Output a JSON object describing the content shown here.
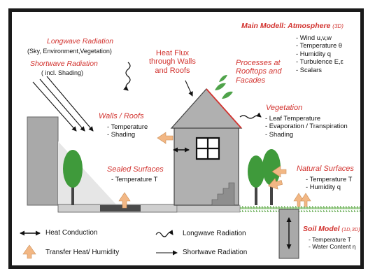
{
  "longwave": {
    "title": "Longwave Radiation",
    "subtitle": "(Sky, Environment,Vegetation)"
  },
  "shortwave": {
    "title": "Shortwave Radiation",
    "subtitle": "( incl. Shading)"
  },
  "heat_flux": {
    "title": "Heat Flux through Walls and Roofs",
    "lines": [
      "Heat Flux",
      "through Walls",
      "and Roofs"
    ]
  },
  "processes": {
    "lines": [
      "Processes at",
      "Rooftops and",
      "Facades"
    ]
  },
  "atmosphere": {
    "title": "Main Modell: Atmosphere",
    "scope": "(3D)",
    "items": [
      "Wind u,v,w",
      "Temperature θ",
      "Humidity q",
      "Turbulence E,ε",
      "Scalars"
    ]
  },
  "walls": {
    "title": "Walls / Roofs",
    "items": [
      "Temperature",
      "Shading"
    ]
  },
  "vegetation": {
    "title": "Vegetation",
    "items": [
      "Leaf Temperature",
      "Evaporation / Transpiration",
      "Shading"
    ]
  },
  "sealed": {
    "title": "Sealed Surfaces",
    "items": [
      "Temperature T"
    ]
  },
  "natural": {
    "title": "Natural Surfaces",
    "items": [
      "Temperature T",
      "Humidity q"
    ]
  },
  "soil": {
    "title": "Soil Model",
    "scope": "(1D,3D)",
    "items": [
      "Temperature T",
      "Water Content η"
    ]
  },
  "legend": {
    "heat_conduction": "Heat Conduction",
    "transfer": "Transfer Heat/ Humidity",
    "longwave": "Longwave Radiation",
    "shortwave": "Shortwave Radiation"
  },
  "colors": {
    "text_red": "#d2332f",
    "transfer_arrow": "#f2b784",
    "building": "#a9a9a9",
    "tree": "#3f9a3b",
    "roof_edge": "#d2332f"
  }
}
